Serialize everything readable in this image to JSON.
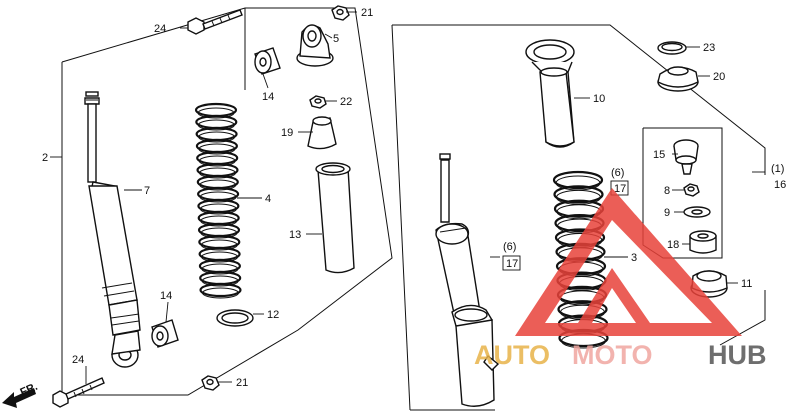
{
  "labels": {
    "p2": "2",
    "p7": "7",
    "p4": "4",
    "p24_top": "24",
    "p5": "5",
    "p21_top": "21",
    "p14_top": "14",
    "p22": "22",
    "p19": "19",
    "p13": "13",
    "p12": "12",
    "p14_bottom": "14",
    "p24_bottom": "24",
    "p21_bottom": "21",
    "p10": "10",
    "p23": "23",
    "p20": "20",
    "p15": "15",
    "p8": "8",
    "p9": "9",
    "p18": "18",
    "p11": "11",
    "p3": "3",
    "p1": "(1)",
    "p16": "16",
    "p6_upper": "(6)",
    "p17_upper": "17",
    "p6_lower": "(6)",
    "p17_lower": "17"
  },
  "direction": {
    "label": "FR."
  },
  "watermark": {
    "text_auto": "AUTO",
    "text_moto": "MOTO",
    "text_hub": "HUB",
    "color_triangle": "#e8423a",
    "color_auto": "#e8b34a",
    "color_moto": "#f0a6a0",
    "color_hub": "#555555"
  }
}
